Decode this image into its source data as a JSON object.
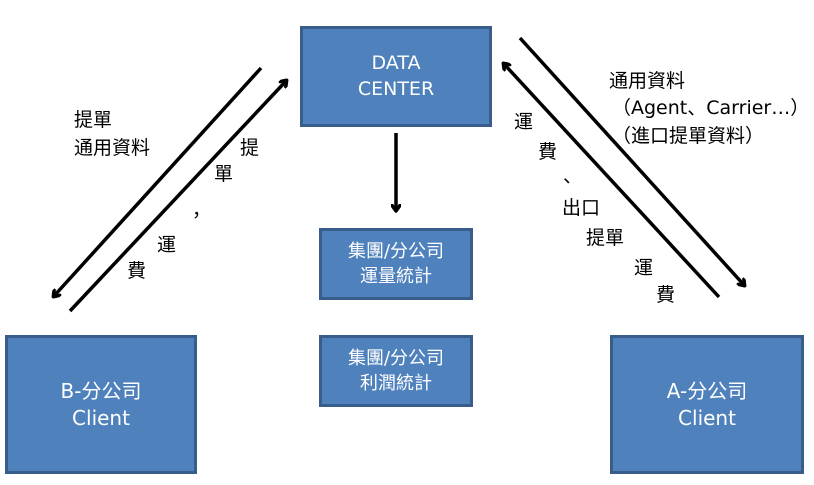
{
  "nodes": {
    "data_center": {
      "line1": "DATA",
      "line2": "CENTER"
    },
    "stat_volume": {
      "line1": "集團/分公司",
      "line2": "運量統計"
    },
    "stat_profit": {
      "line1": "集團/分公司",
      "line2": "利潤統計"
    },
    "client_b": {
      "line1": "B-分公司",
      "line2": "Client"
    },
    "client_a": {
      "line1": "A-分公司",
      "line2": "Client"
    }
  },
  "labels": {
    "dc_to_b": {
      "line1": "提單",
      "line2": "通用資料"
    },
    "b_to_dc": {
      "chars": [
        "提",
        "單",
        "，",
        "運",
        "費"
      ]
    },
    "dc_to_a": {
      "line1": "通用資料",
      "line2": "（Agent、Carrier…）",
      "line3": "（進口提單資料）"
    },
    "a_to_dc": {
      "chars": [
        "運",
        "費",
        "、",
        "出口",
        "提單",
        "運",
        "費"
      ]
    }
  },
  "colors": {
    "box_fill": "#4f81bd",
    "box_border": "#385d8a",
    "box_text": "#ffffff",
    "arrow": "#000000"
  }
}
